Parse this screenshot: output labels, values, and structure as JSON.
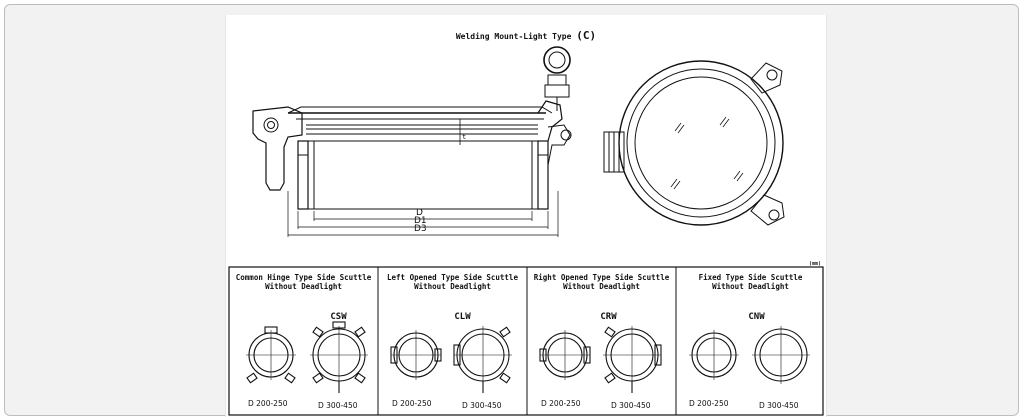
{
  "drawing_title": "Welding Mount-Light Type",
  "drawing_title_suffix": "(C)",
  "unit": "(mm)",
  "dimensions": {
    "d": "D",
    "d1": "D1",
    "d3": "D3",
    "thickness": "t"
  },
  "table": [
    {
      "title_line1": "Common Hinge Type Side Scuttle",
      "title_line2": "Without Deadlight",
      "code": "CSW",
      "ranges": [
        "D 200-250",
        "D 300-450"
      ]
    },
    {
      "title_line1": "Left Opened Type Side Scuttle",
      "title_line2": "Without Deadlight",
      "code": "CLW",
      "ranges": [
        "D 200-250",
        "D 300-450"
      ]
    },
    {
      "title_line1": "Right Opened Type Side Scuttle",
      "title_line2": "Without Deadlight",
      "code": "CRW",
      "ranges": [
        "D 200-250",
        "D 300-450"
      ]
    },
    {
      "title_line1": "Fixed Type Side Scuttle",
      "title_line2": "Without Deadlight",
      "code": "CNW",
      "ranges": [
        "D 200-250",
        "D 300-450"
      ]
    }
  ]
}
